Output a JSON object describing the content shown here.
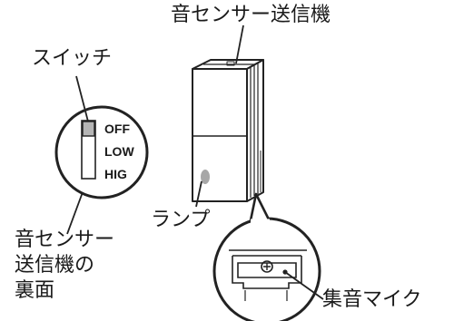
{
  "labels": {
    "transmitter": "音センサー送信機",
    "switch": "スイッチ",
    "back_line1": "音センサー",
    "back_line2": "送信機の",
    "back_line3": "裏面",
    "lamp": "ランプ",
    "microphone": "集音マイク"
  },
  "switch_positions": [
    "OFF",
    "LOW",
    "HIG"
  ],
  "switch_current": "OFF"
}
